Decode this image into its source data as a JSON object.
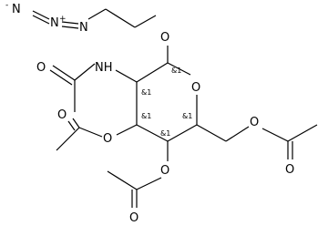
{
  "atom_labels": {
    "azide_n1": "N",
    "azide_n1_charge": "-",
    "azide_n2": "N",
    "azide_n2_charge": "+",
    "azide_n3": "N",
    "glycosidic_o": "O",
    "ring_o": "O",
    "amide_nh": "NH",
    "amide_o": "O",
    "ester_o_c3": "O",
    "carbonyl_o_c3": "O",
    "ester_o_c4": "O",
    "carbonyl_o_c4": "O",
    "ester_o_c6": "O",
    "carbonyl_o_c6": "O"
  },
  "stereo_labels": {
    "c1": "&1",
    "c2": "&1",
    "c3": "&1",
    "c4": "&1",
    "c5": "&1"
  }
}
